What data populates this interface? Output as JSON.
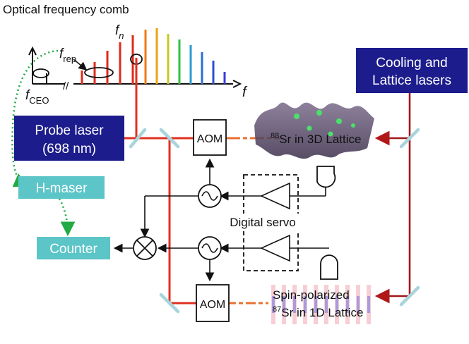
{
  "title": "Optical frequency comb",
  "comb": {
    "f_n_main": "f",
    "f_n_sub": "n",
    "f_rep_main": "f",
    "f_rep_sub": "rep",
    "f_ceo_main": "f",
    "f_ceo_sub": "CEO",
    "f_axis": "f",
    "break_mark": "//"
  },
  "boxes": {
    "cooling": [
      "Cooling and",
      "Lattice lasers"
    ],
    "probe": [
      "Probe laser",
      "(698 nm)"
    ],
    "hmaser": "H-maser",
    "counter": "Counter",
    "aom_top": "AOM",
    "aom_bottom": "AOM"
  },
  "labels": {
    "sr88_sup": "88",
    "sr88_rest": "Sr in 3D Lattice",
    "sr87_line1": "Spin-polarized",
    "sr87_sup": "87",
    "sr87_rest": "Sr in 1D Lattice",
    "digital_servo": "Digital servo"
  },
  "colors": {
    "navy": "#1c1c8c",
    "teal": "#5bc5c8",
    "beam_red": "#e03020",
    "dark_red": "#a01818",
    "green_dotted": "#22aa44",
    "mirror": "#a8d4dc"
  }
}
